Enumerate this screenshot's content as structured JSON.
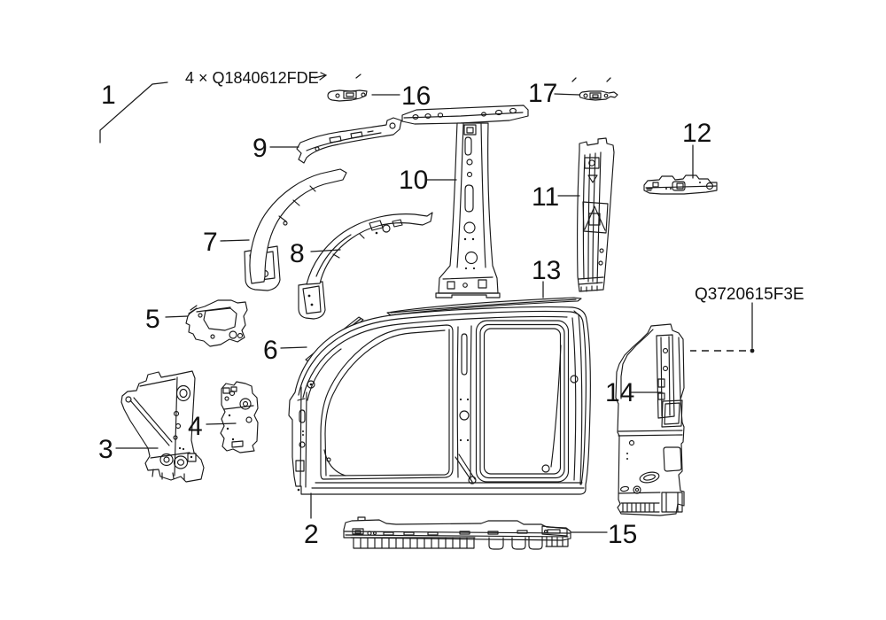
{
  "diagram": {
    "type": "vehicle-body-side-panel-exploded-parts-diagram",
    "background_color": "#ffffff",
    "line_color": "#1a1a1a",
    "codes": {
      "top_left": "4 × Q1840612FDE",
      "right": "Q3720615F3E"
    },
    "callouts": {
      "c1": "1",
      "c2": "2",
      "c3": "3",
      "c4": "4",
      "c5": "5",
      "c6": "6",
      "c7": "7",
      "c8": "8",
      "c9": "9",
      "c10": "10",
      "c11": "11",
      "c12": "12",
      "c13": "13",
      "c14": "14",
      "c15": "15",
      "c16": "16",
      "c17": "17"
    }
  }
}
